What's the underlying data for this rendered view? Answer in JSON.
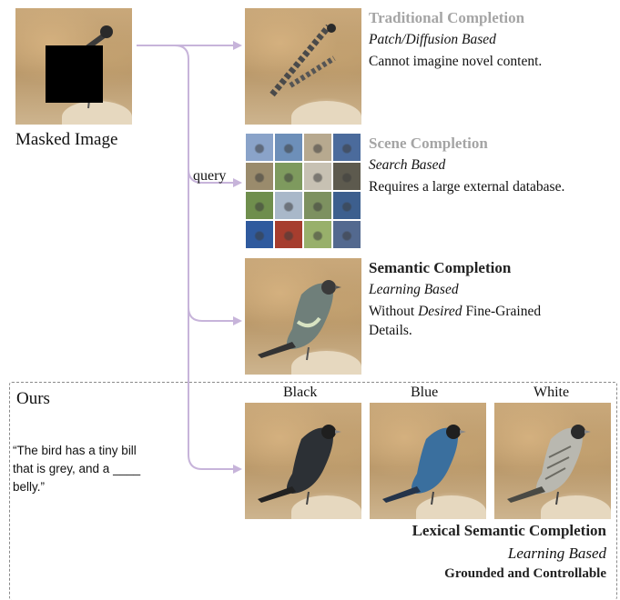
{
  "input": {
    "caption": "Masked Image"
  },
  "connector": {
    "query_label": "query",
    "color": "#c7b4da"
  },
  "methods": [
    {
      "title": "Traditional Completion",
      "subtitle": "Patch/Diffusion Based",
      "description": "Cannot imagine novel content."
    },
    {
      "title": "Scene Completion",
      "subtitle": "Search Based",
      "description": "Requires a large external database."
    },
    {
      "title": "Semantic Completion",
      "subtitle": "Learning Based",
      "desc_before": "Without ",
      "desc_emph": "Desired",
      "desc_after": " Fine-Grained",
      "desc_line2": "Details."
    }
  ],
  "ours": {
    "label": "Ours",
    "prompt": "“The bird has a tiny bill that is grey, and a ____ belly.”",
    "outputs": [
      {
        "color_label": "Black",
        "body_color": "#2c3035"
      },
      {
        "color_label": "Blue",
        "body_color": "#3a6f9e"
      },
      {
        "color_label": "White",
        "body_color": "#b9b8b0"
      }
    ],
    "title": "Lexical Semantic Completion",
    "subtitle": "Learning Based",
    "description": "Grounded and Controllable"
  },
  "scene_grid_colors": [
    "#8aa3c9",
    "#6d8fb9",
    "#b7a98f",
    "#4b6b9c",
    "#9a8b6c",
    "#7e9a5e",
    "#c7c1b3",
    "#5d5a4e",
    "#6f8e4d",
    "#a9b8c9",
    "#7d9160",
    "#3d5f8e",
    "#2f5a9e",
    "#a63d2e",
    "#98b06b",
    "#53698f"
  ]
}
